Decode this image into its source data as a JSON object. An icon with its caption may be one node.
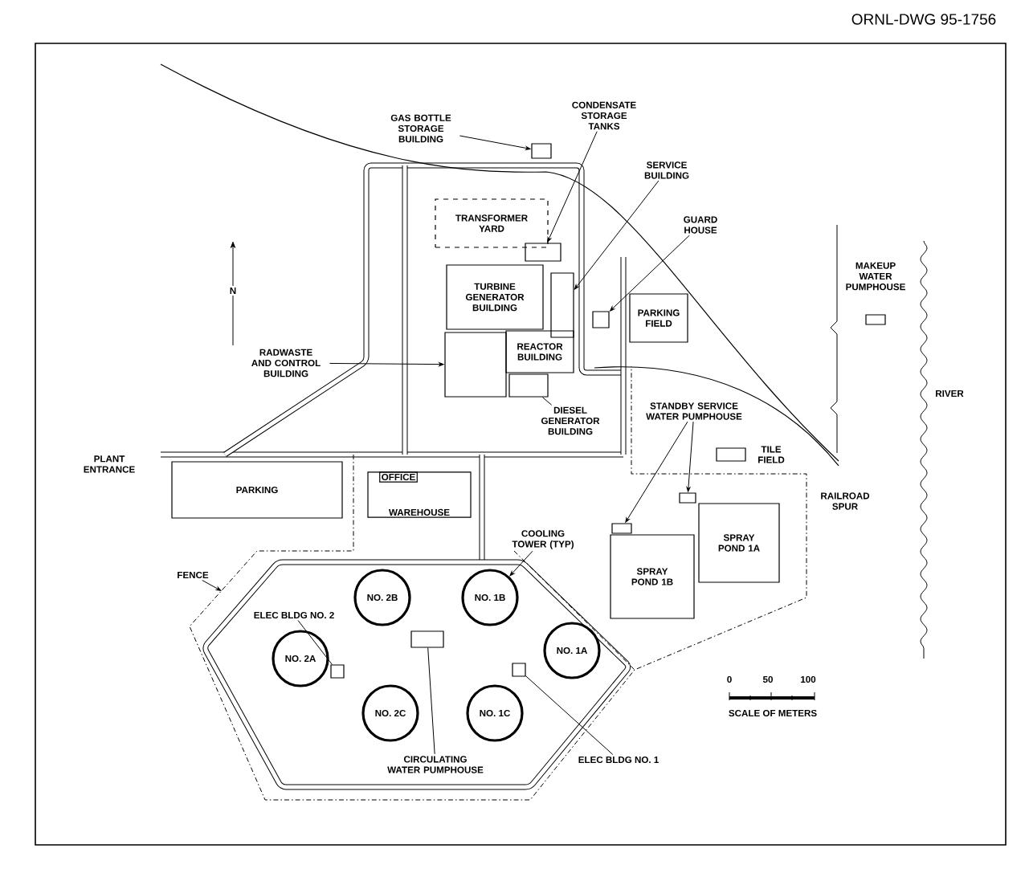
{
  "diagram": {
    "nodes": [
      {
        "text": [
          "GAS BOTTLE STORAGE BUILDING"
        ]
      },
      {
        "text": [],
        "shape": "box"
      },
      {
        "text": [
          "CONDENSATE STORAGE TANKS"
        ]
      },
      {
        "text": [],
        "shape": "box"
      },
      {
        "text": [
          "SERVICE BUILDING"
        ]
      },
      {
        "text": [],
        "shape": "box"
      },
      {
        "text": [
          "GUARD HOUSE"
        ]
      },
      {
        "text": [],
        "shape": "box"
      },
      {
        "text": [
          "TRANSFORMER YARD"
        ]
      },
      {
        "text": [
          "TURBINE GENERATOR BUILDING"
        ]
      },
      {
        "text": [
          "RADWASTE AND CONTROL BUILDING"
        ]
      },
      {
        "text": [],
        "shape": "box"
      },
      {
        "text": [
          "REACTOR BUILDING"
        ]
      },
      {
        "text": [
          "DIESEL GENERATOR BUILDING"
        ]
      },
      {
        "text": [],
        "shape": "box"
      },
      {
        "text": [
          "PARKING FIELD"
        ]
      },
      {
        "text": [
          "PARKING"
        ]
      },
      {
        "text": [
          "WAREHOUSE"
        ]
      },
      {
        "text": [
          "OFFICE"
        ],
        "in": 17
      },
      {
        "text": [
          "COOLING TOWER (TYP)"
        ]
      },
      {
        "text": [
          "NO. 2B"
        ]
      },
      {
        "text": [
          "NO. 1B"
        ]
      },
      {
        "text": [
          "NO. 2A"
        ]
      },
      {
        "text": [
          "NO. 1A"
        ]
      },
      {
        "text": [
          "NO. 2C"
        ]
      },
      {
        "text": [
          "NO. 1C"
        ]
      },
      {
        "text": [
          "ELEC BLDG NO. 2"
        ]
      },
      {
        "text": [],
        "shape": "box"
      },
      {
        "text": [
          "STANDBY SERVICE WATER PUMPHOUSE"
        ]
      },
      {
        "text": [],
        "shape": "box"
      },
      {
        "text": [],
        "shape": "box"
      },
      {
        "text": [
          "SPRAY POND 1A"
        ]
      },
      {
        "text": [
          "SPRAY POND 1B"
        ]
      },
      {
        "text": [],
        "shape": "box",
        "beside": [
          "TILE FIELD"
        ]
      },
      {
        "text": [],
        "shape": "box",
        "beside": [
          "MAKEUP WATER PUMPHOUSE"
        ]
      },
      {
        "text": [
          "CIRCULATING WATER PUMPHOUSE"
        ]
      },
      {
        "text": [],
        "shape": "box"
      },
      {
        "text": [
          "ELEC BLDG NO. 1"
        ]
      },
      {
        "text": [],
        "shape": "box"
      },
      {
        "text": [
          "FENCE"
        ]
      }
    ],
    "edges": [
      {
        "from": 0,
        "to": 1,
        "arrow": "to"
      },
      {
        "from": 2,
        "to": 3,
        "arrow": "to"
      },
      {
        "from": 4,
        "to": 5,
        "arrow": "to"
      },
      {
        "from": 6,
        "to": 7,
        "arrow": "to"
      },
      {
        "from": 10,
        "to": 11,
        "arrow": "to"
      },
      {
        "from": 13,
        "to": 14,
        "arrow": "none"
      },
      {
        "from": 19,
        "to": 21,
        "arrow": "to"
      },
      {
        "from": 26,
        "to": 27,
        "arrow": "none"
      },
      {
        "from": 28,
        "to": 29,
        "arrow": "to"
      },
      {
        "from": 28,
        "to": 30,
        "arrow": "to"
      },
      {
        "from": 35,
        "to": 36,
        "arrow": "none"
      },
      {
        "from": 37,
        "to": 38,
        "arrow": "none"
      },
      {
        "from": 39,
        "to": null,
        "arrow": "to"
      }
    ],
    "labels": [
      "ORNL-DWG 95-1756",
      "N",
      "PLANT ENTRANCE",
      "RIVER",
      "RAILROAD SPUR",
      "0",
      "50",
      "100",
      "SCALE OF METERS"
    ]
  }
}
